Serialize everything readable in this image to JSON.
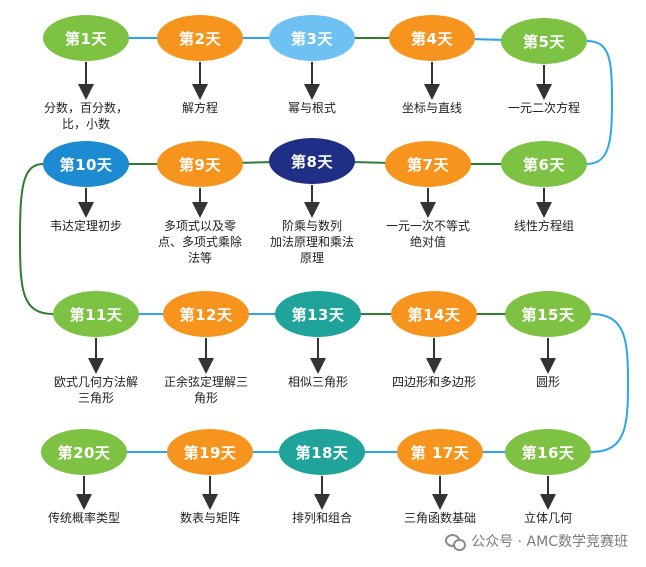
{
  "colors": {
    "green": "#7DC242",
    "orange": "#F7941D",
    "lightblue": "#6EC1F2",
    "navy": "#1F2F86",
    "blue": "#1C8BD1",
    "teal": "#1FA39A",
    "arrow": "#333333",
    "line_green": "#2E7D32",
    "line_blue": "#2AA7E6"
  },
  "days": [
    {
      "id": 1,
      "title": "第1天",
      "topic": [
        "分数，百分数，",
        "比，小数"
      ],
      "color": "green"
    },
    {
      "id": 2,
      "title": "第2天",
      "topic": [
        "解方程"
      ],
      "color": "orange"
    },
    {
      "id": 3,
      "title": "第3天",
      "topic": [
        "幂与根式"
      ],
      "color": "lightblue"
    },
    {
      "id": 4,
      "title": "第4天",
      "topic": [
        "坐标与直线"
      ],
      "color": "orange"
    },
    {
      "id": 5,
      "title": "第5天",
      "topic": [
        "一元二次方程"
      ],
      "color": "green"
    },
    {
      "id": 6,
      "title": "第6天",
      "topic": [
        "线性方程组"
      ],
      "color": "green"
    },
    {
      "id": 7,
      "title": "第7天",
      "topic": [
        "一元一次不等式",
        "绝对值"
      ],
      "color": "orange"
    },
    {
      "id": 8,
      "title": "第8天",
      "topic": [
        "阶乘与数列",
        "加法原理和乘法",
        "原理"
      ],
      "color": "navy"
    },
    {
      "id": 9,
      "title": "第9天",
      "topic": [
        "多项式以及零",
        "点、多项式乘除",
        "法等"
      ],
      "color": "orange"
    },
    {
      "id": 10,
      "title": "第10天",
      "topic": [
        "韦达定理初步"
      ],
      "color": "blue"
    },
    {
      "id": 11,
      "title": "第11天",
      "topic": [
        "欧式几何方法解",
        "三角形"
      ],
      "color": "green"
    },
    {
      "id": 12,
      "title": "第12天",
      "topic": [
        "正余弦定理解三",
        "角形"
      ],
      "color": "orange"
    },
    {
      "id": 13,
      "title": "第13天",
      "topic": [
        "相似三角形"
      ],
      "color": "teal"
    },
    {
      "id": 14,
      "title": "第14天",
      "topic": [
        "四边形和多边形"
      ],
      "color": "orange"
    },
    {
      "id": 15,
      "title": "第15天",
      "topic": [
        "圆形"
      ],
      "color": "green"
    },
    {
      "id": 16,
      "title": "第16天",
      "topic": [
        "立体几何"
      ],
      "color": "green"
    },
    {
      "id": 17,
      "title": "第 17天",
      "topic": [
        "三角函数基础"
      ],
      "color": "orange"
    },
    {
      "id": 18,
      "title": "第18天",
      "topic": [
        "排列和组合"
      ],
      "color": "teal"
    },
    {
      "id": 19,
      "title": "第19天",
      "topic": [
        "数表与矩阵"
      ],
      "color": "orange"
    },
    {
      "id": 20,
      "title": "第20天",
      "topic": [
        "传统概率类型"
      ],
      "color": "green"
    }
  ],
  "watermark": "公众号 · AMC数学竞赛班"
}
